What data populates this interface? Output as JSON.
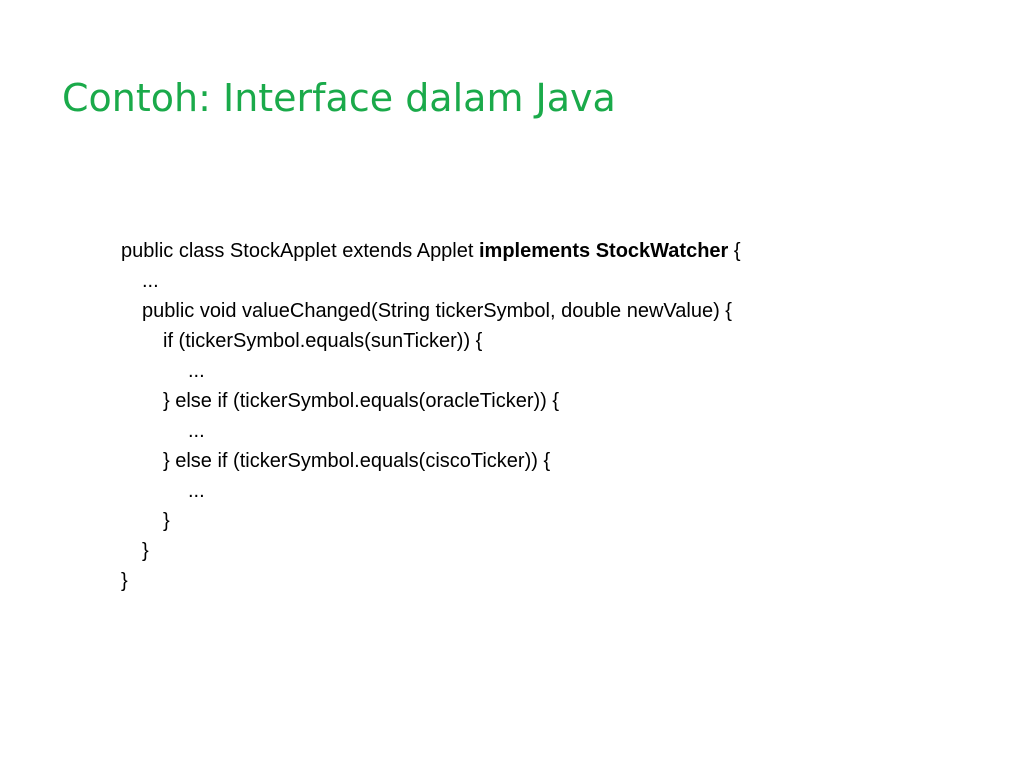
{
  "slide": {
    "title": "Contoh: Interface dalam Java",
    "title_color": "#1aaa4a",
    "code_lines": [
      {
        "indent": 0,
        "segments": [
          {
            "text": "public class StockApplet extends Applet ",
            "bold": false
          },
          {
            "text": "implements StockWatcher",
            "bold": true
          },
          {
            "text": " {",
            "bold": false
          }
        ]
      },
      {
        "indent": 1,
        "segments": [
          {
            "text": "...",
            "bold": false
          }
        ]
      },
      {
        "indent": 1,
        "segments": [
          {
            "text": "public void valueChanged(String tickerSymbol, double newValue) {",
            "bold": false
          }
        ]
      },
      {
        "indent": 2,
        "segments": [
          {
            "text": "if (tickerSymbol.equals(sunTicker)) {",
            "bold": false
          }
        ]
      },
      {
        "indent": 3,
        "segments": [
          {
            "text": "...",
            "bold": false
          }
        ]
      },
      {
        "indent": 2,
        "segments": [
          {
            "text": "} else if (tickerSymbol.equals(oracleTicker)) {",
            "bold": false
          }
        ]
      },
      {
        "indent": 3,
        "segments": [
          {
            "text": "...",
            "bold": false
          }
        ]
      },
      {
        "indent": 2,
        "segments": [
          {
            "text": "} else if (tickerSymbol.equals(ciscoTicker)) {",
            "bold": false
          }
        ]
      },
      {
        "indent": 3,
        "segments": [
          {
            "text": "...",
            "bold": false
          }
        ]
      },
      {
        "indent": 2,
        "segments": [
          {
            "text": "}",
            "bold": false
          }
        ]
      },
      {
        "indent": 1,
        "segments": [
          {
            "text": "}",
            "bold": false
          }
        ]
      },
      {
        "indent": 0,
        "segments": [
          {
            "text": "}",
            "bold": false
          }
        ]
      }
    ]
  }
}
